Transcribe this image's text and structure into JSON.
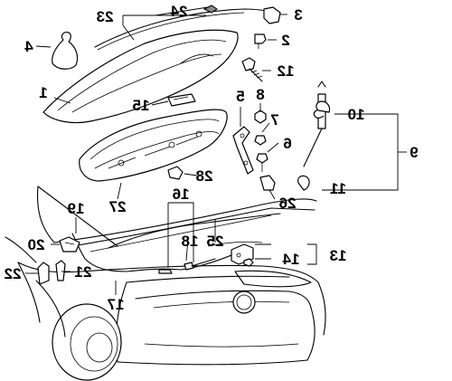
{
  "callouts": [
    {
      "id": "c1",
      "text": "1"
    },
    {
      "id": "c2",
      "text": "2"
    },
    {
      "id": "c3",
      "text": "3"
    },
    {
      "id": "c4",
      "text": "4"
    },
    {
      "id": "c5",
      "text": "5"
    },
    {
      "id": "c6",
      "text": "6"
    },
    {
      "id": "c7",
      "text": "7"
    },
    {
      "id": "c8",
      "text": "8"
    },
    {
      "id": "c9",
      "text": "9"
    },
    {
      "id": "c10",
      "text": "10"
    },
    {
      "id": "c11",
      "text": "11"
    },
    {
      "id": "c12",
      "text": "12"
    },
    {
      "id": "c13",
      "text": "13"
    },
    {
      "id": "c14",
      "text": "14"
    },
    {
      "id": "c15",
      "text": "15"
    },
    {
      "id": "c16",
      "text": "16"
    },
    {
      "id": "c17",
      "text": "17"
    },
    {
      "id": "c18",
      "text": "18"
    },
    {
      "id": "c19",
      "text": "19"
    },
    {
      "id": "c20",
      "text": "20"
    },
    {
      "id": "c21",
      "text": "21"
    },
    {
      "id": "c22",
      "text": "22"
    },
    {
      "id": "c23",
      "text": "23"
    },
    {
      "id": "c24",
      "text": "24"
    },
    {
      "id": "c25",
      "text": "25"
    },
    {
      "id": "c26",
      "text": "26"
    },
    {
      "id": "c27",
      "text": "27"
    },
    {
      "id": "c28",
      "text": "28"
    }
  ]
}
